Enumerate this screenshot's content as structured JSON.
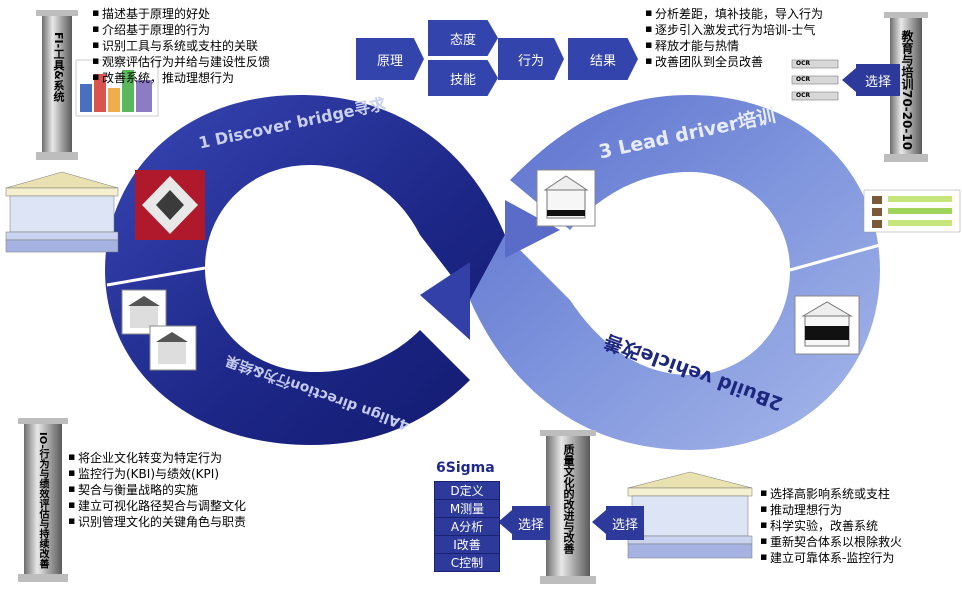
{
  "loop": {
    "label_1": "1 Discover bridge寻求",
    "label_2": "2Build vehicle改善",
    "label_3": "3 Lead driver培训",
    "label_4": "4Align direction行为&结果"
  },
  "flow": {
    "principle": "原理",
    "attitude": "态度",
    "skill": "技能",
    "behavior": "行为",
    "result": "结果"
  },
  "top_left": {
    "pillar_label": "FI-工具&系统",
    "bullets": [
      "描述基于原理的好处",
      "介绍基于原理的行为",
      "识别工具与系统或支柱的关联",
      "观察评估行为并给与建设性反馈",
      "改善系统，推动理想行为"
    ]
  },
  "top_right": {
    "pillar_label": "教育与培训70-20-10",
    "select_label": "选择",
    "bullets": [
      "分析差距，填补技能，导入行为",
      "逐步引入激发式行为培训-士气",
      "释放才能与热情",
      "改善团队到全员改善"
    ],
    "ocr_labels": [
      "OCR",
      "OCR",
      "OCR"
    ]
  },
  "bottom_left": {
    "pillar_label": "IO-行为与绩效评估与持续改善",
    "bullets": [
      "将企业文化转变为特定行为",
      "监控行为(KBI)与绩效(KPI)",
      "契合与衡量战略的实施",
      "建立可视化路径契合与调整文化",
      "识别管理文化的关键角色与职责"
    ]
  },
  "bottom_center": {
    "pillar_label": "质量文化的改进与改善",
    "sigma_title": "6Sigma",
    "sigma_steps": [
      "D定义",
      "M测量",
      "A分析",
      "I改善",
      "C控制"
    ],
    "select_left": "选择",
    "select_right": "选择"
  },
  "bottom_right": {
    "bullets": [
      "选择高影响系统或支柱",
      "推动理想行为",
      "科学实验，改善系统",
      "重新契合体系以根除救火",
      "建立可靠体系-监控行为"
    ]
  },
  "colors": {
    "dark_blue": "#1f2a8a",
    "mid_blue": "#3c4bb0",
    "light_blue": "#7d8fd8",
    "pale_blue": "#a9b6e8"
  }
}
